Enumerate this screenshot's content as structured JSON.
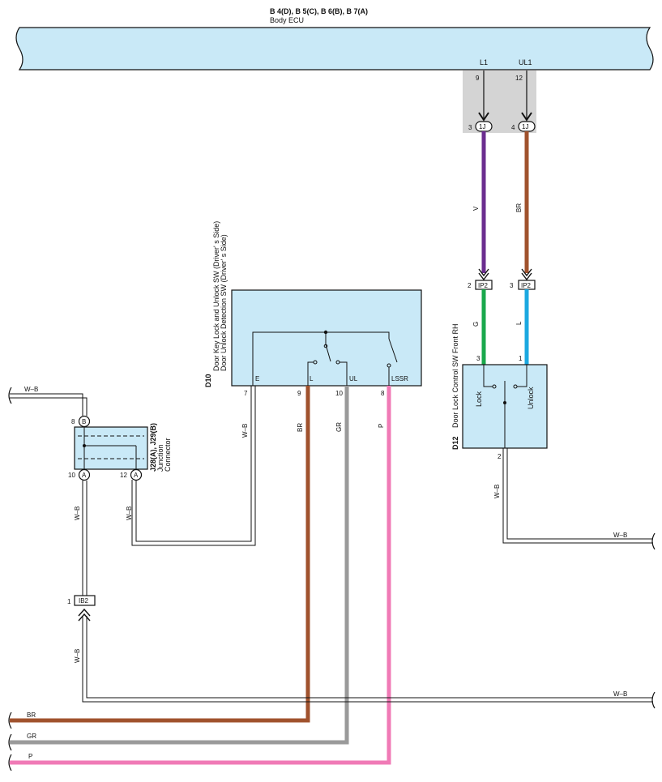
{
  "ecu": {
    "connectors": "B 4(D), B 5(C), B 6(B), B 7(A)",
    "name": "Body ECU",
    "pins": [
      {
        "label": "L1",
        "number": "9"
      },
      {
        "label": "UL1",
        "number": "12"
      }
    ]
  },
  "junction_1j": {
    "id": "1J",
    "pins": [
      "3",
      "4"
    ]
  },
  "wires": {
    "v": "V",
    "br": "BR",
    "g": "G",
    "l": "L",
    "gr": "GR",
    "p": "P",
    "wb": "W–B"
  },
  "ip2": {
    "id": "IP2",
    "pins": [
      "2",
      "3"
    ]
  },
  "d10": {
    "id": "D10",
    "desc1": "Door Key Lock and Unlock SW (Driver' s Side)",
    "desc2": "Door Unlock Detection SW (Driver' s Side)",
    "terminals": [
      {
        "label": "E",
        "pin": "7"
      },
      {
        "label": "L",
        "pin": "9"
      },
      {
        "label": "UL",
        "pin": "10"
      },
      {
        "label": "LSSR",
        "pin": "8"
      }
    ]
  },
  "d12": {
    "id": "D12",
    "desc": "Door Lock Control SW Front RH",
    "lock": "Lock",
    "unlock": "Unlock",
    "pins": [
      "3",
      "1",
      "2"
    ]
  },
  "junction": {
    "id": "J28(A), J29(B)",
    "desc1": "Junction",
    "desc2": "Connector",
    "top_pin": "8",
    "top_letter": "B",
    "left_pin": "10",
    "left_letter": "A",
    "right_pin": "12",
    "right_letter": "A"
  },
  "ib2": {
    "id": "IB2",
    "pin": "1"
  },
  "colors": {
    "ecu_fill": "#c9e9f7",
    "violet": "#6b2d8f",
    "brown": "#a0522d",
    "green": "#1aa84c",
    "blue": "#1ba8e0",
    "gray": "#9a9a9a",
    "pink": "#f07ab6",
    "shield": "#d4d4d4"
  }
}
